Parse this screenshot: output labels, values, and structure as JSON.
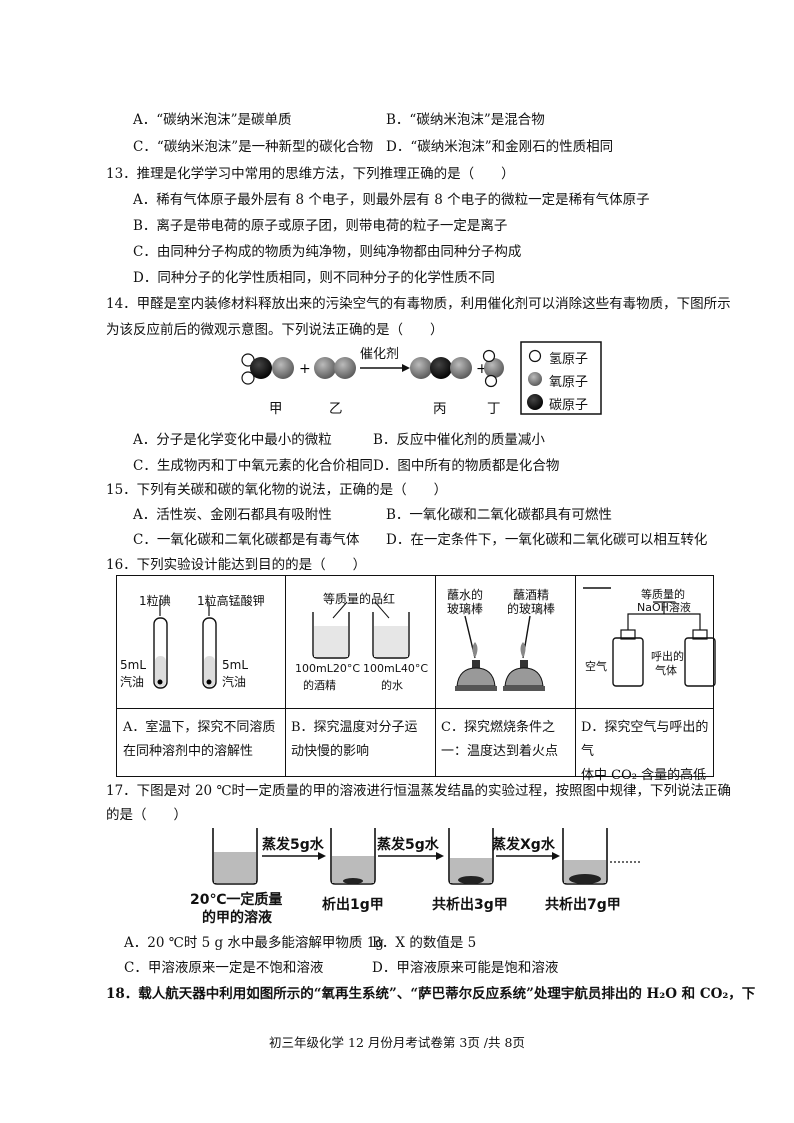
{
  "q12_options": {
    "A": "A．“碳纳米泡沫”是碳单质",
    "B": "B．“碳纳米泡沫”是混合物",
    "C": "C．“碳纳米泡沫”是一种新型的碳化合物",
    "D": "D．“碳纳米泡沫”和金刚石的性质相同"
  },
  "q13": {
    "stem": "13．推理是化学学习中常用的思维方法，下列推理正确的是（　　）",
    "A": "A．稀有气体原子最外层有 8 个电子，则最外层有 8 个电子的微粒一定是稀有气体原子",
    "B": "B．离子是带电荷的原子或原子团，则带电荷的粒子一定是离子",
    "C": "C．由同种分子构成的物质为纯净物，则纯净物都由同种分子构成",
    "D": "D．同种分子的化学性质相同，则不同种分子的化学性质不同"
  },
  "q14": {
    "stem1": "14．甲醛是室内装修材料释放出来的污染空气的有毒物质，利用催化剂可以消除这些有毒物质，下图所示",
    "stem2": "为该反应前后的微观示意图。下列说法正确的是（　　）",
    "catalyst": "催化剂",
    "labels": [
      "甲",
      "乙",
      "丙",
      "丁"
    ],
    "legend": [
      "氢原子",
      "氧原子",
      "碳原子"
    ],
    "A": "A．分子是化学变化中最小的微粒",
    "B": "B．反应中催化剂的质量减小",
    "C": "C．生成物丙和丁中氧元素的化合价相同",
    "D": "D．图中所有的物质都是化合物"
  },
  "q15": {
    "stem": "15．下列有关碳和碳的氧化物的说法，正确的是（　　）",
    "A": "A．活性炭、金刚石都具有吸附性",
    "B": "B．一氧化碳和二氧化碳都具有可燃性",
    "C": "C．一氧化碳和二氧化碳都是有毒气体",
    "D": "D．在一定条件下，一氧化碳和二氧化碳可以相互转化"
  },
  "q16": {
    "stem": "16．下列实验设计能达到目的的是（　　）",
    "cellA": {
      "l1": "1粒碘",
      "l2": "1粒高锰酸钾",
      "l3": "5mL",
      "l4": "汽油",
      "l5": "5mL",
      "l6": "汽油",
      "cap1": "A．室温下，探究不同溶质",
      "cap2": "在同种溶剂中的溶解性"
    },
    "cellB": {
      "l1": "等质量的品红",
      "l2": "100mL20°C",
      "l3": "的酒精",
      "l4": "100mL40°C",
      "l5": "的水",
      "cap1": "B．探究温度对分子运",
      "cap2": "动快慢的影响"
    },
    "cellC": {
      "l1": "蘸水的",
      "l2": "玻璃棒",
      "l3": "蘸酒精",
      "l4": "的玻璃棒",
      "cap1": "C．探究燃烧条件之",
      "cap2": "一：温度达到着火点"
    },
    "cellD": {
      "l1": "等质量的",
      "l2": "NaOH溶液",
      "l3": "空气",
      "l4": "呼出的",
      "l5": "气体",
      "cap1": "D．探究空气与呼出的气",
      "cap2": "体中 CO₂ 含量的高低"
    }
  },
  "q17": {
    "stem1": "17．下图是对 20 ℃时一定质量的甲的溶液进行恒温蒸发结晶的实验过程，按照图中规律，下列说法正确",
    "stem2": "的是（　　）",
    "arrows": [
      "蒸发5g水",
      "蒸发5g水",
      "蒸发Xg水"
    ],
    "labels": [
      "20℃一定质量",
      "的甲的溶液",
      "析出1g甲",
      "共析出3g甲",
      "共析出7g甲"
    ],
    "A": "A．20 ℃时 5 g 水中最多能溶解甲物质 1g",
    "B": "B．X 的数值是 5",
    "C": "C．甲溶液原来一定是不饱和溶液",
    "D": "D．甲溶液原来可能是饱和溶液"
  },
  "q18": {
    "stem": "18．载人航天器中利用如图所示的“氧再生系统”、“萨巴蒂尔反应系统”处理宇航员排出的 H₂O 和 CO₂，下"
  },
  "footer": "初三年级化学 12 月份月考试卷第 3页 /共 8页"
}
